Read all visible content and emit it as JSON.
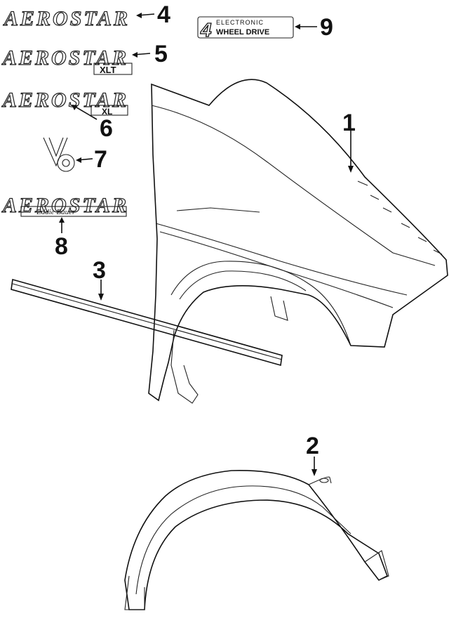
{
  "callouts": {
    "c1": "1",
    "c2": "2",
    "c3": "3",
    "c4": "4",
    "c5": "5",
    "c6": "6",
    "c7": "7",
    "c8": "8",
    "c9": "9"
  },
  "emblems": {
    "aerostar": "AEROSTAR",
    "xlt": "XLT",
    "xl": "XL",
    "v6": "V6",
    "eddie_bauer": "Eddie Bauer",
    "four": "4",
    "electronic": "ELECTRONIC",
    "wheel_drive": "WHEEL DRIVE"
  }
}
